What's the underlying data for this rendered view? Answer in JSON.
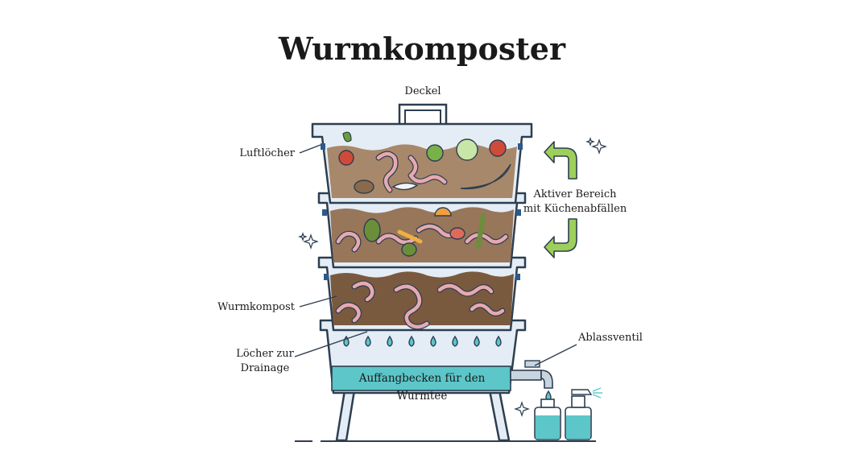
{
  "title": "Wurmkomposter",
  "labels": {
    "lid": "Deckel",
    "air_holes": "Luftlöcher",
    "active_zone_line1": "Aktiver Bereich",
    "active_zone_line2": "mit Küchenabfällen",
    "worm_compost": "Wurmkompost",
    "drain_line1": "Löcher zur",
    "drain_line2": "Drainage",
    "drain_valve": "Ablassventil",
    "collection_basin": "Auffangbecken für den Wurmtee"
  },
  "colors": {
    "frame": "#2d3e50",
    "frame_fill": "#e4edf5",
    "soil_light": "#a8886a",
    "soil_dark": "#7a5a3e",
    "worm": "#e7a9b0",
    "water": "#5cc6c9",
    "arrow": "#9ccf5b"
  }
}
